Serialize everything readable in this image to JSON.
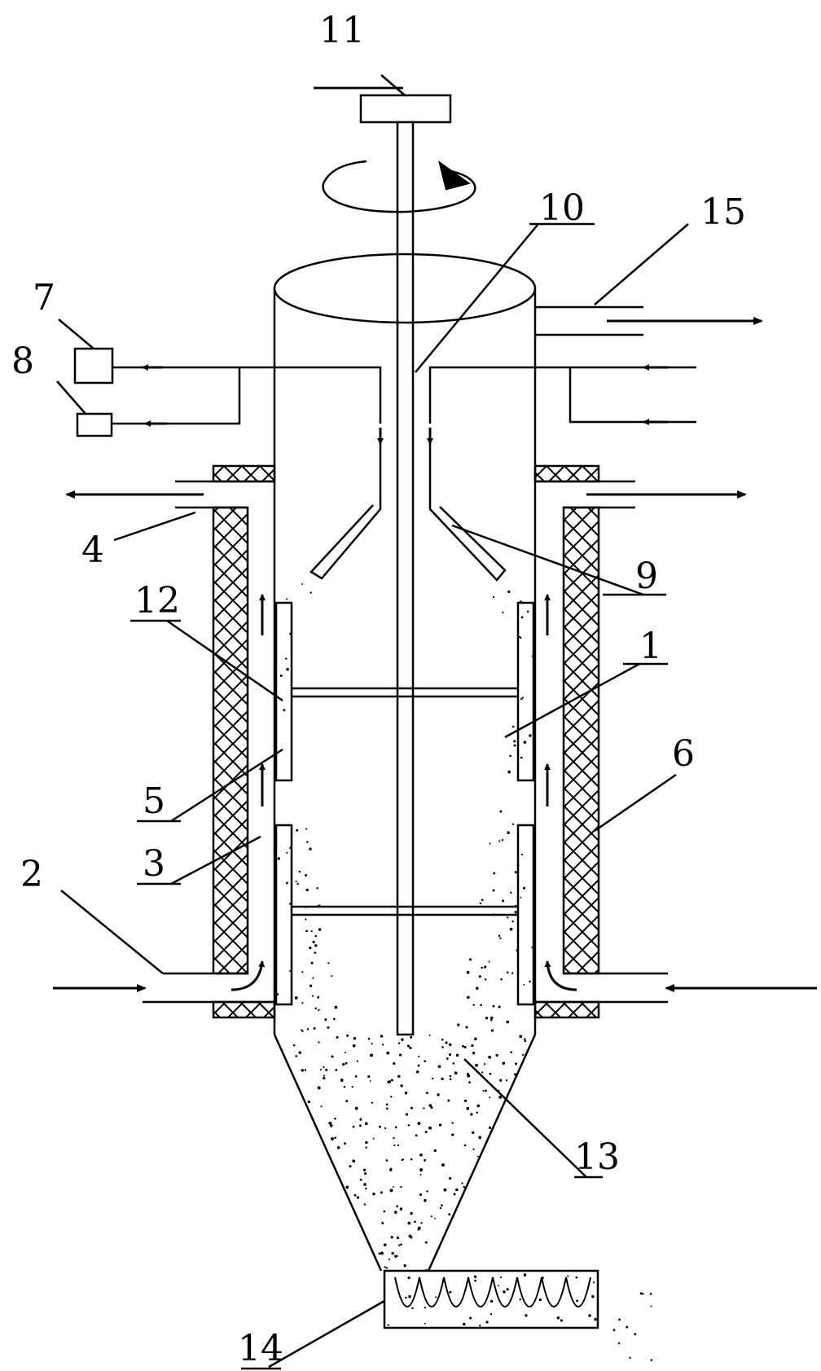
{
  "diagram": {
    "labels": {
      "l1": "1",
      "l2": "2",
      "l3": "3",
      "l4": "4",
      "l5": "5",
      "l6": "6",
      "l7": "7",
      "l8": "8",
      "l9": "9",
      "l10": "10",
      "l11": "11",
      "l12": "12",
      "l13": "13",
      "l14": "14",
      "l15": "15"
    },
    "colors": {
      "stroke": "#000000",
      "background": "#ffffff"
    },
    "icons": {
      "rotation": "rotation-arrow-icon",
      "flow_arrow": "flow-arrow-icon",
      "insulation": "crosshatch-insulation-icon",
      "particles": "particle-stipple-icon",
      "screw_conveyor": "screw-conveyor-icon"
    }
  }
}
